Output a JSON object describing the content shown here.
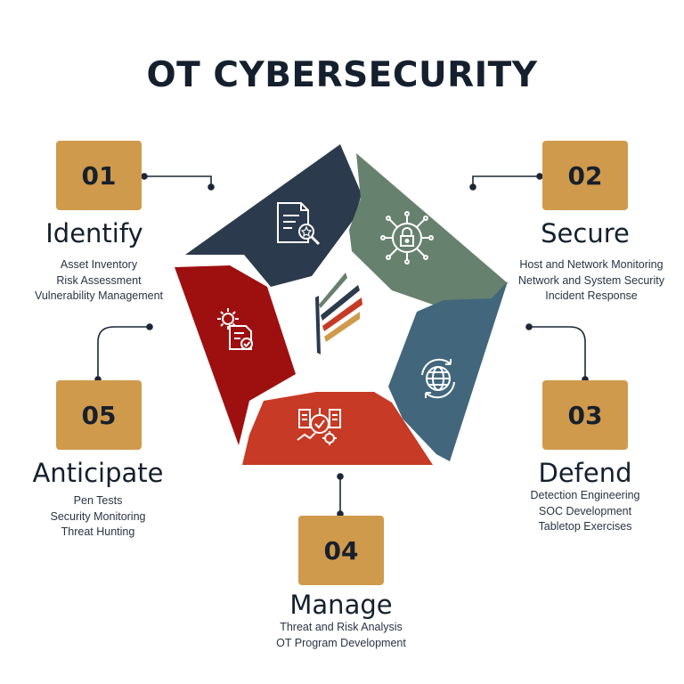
{
  "title": "OT CYBERSECURITY",
  "colors": {
    "box": "#d09a4c",
    "identify": "#2b3a4c",
    "secure": "#66816d",
    "defend": "#42677c",
    "manage": "#c73a25",
    "anticipate": "#9e1010",
    "connector": "#1c2636"
  },
  "steps": [
    {
      "number": "01",
      "name": "Identify",
      "items": [
        "Asset Inventory",
        "Risk Assessment",
        "Vulnerability Management"
      ],
      "icon": "document-search-icon"
    },
    {
      "number": "02",
      "name": "Secure",
      "items": [
        "Host and Network Monitoring",
        "Network and System Security",
        "Incident Response"
      ],
      "icon": "circuit-lock-icon"
    },
    {
      "number": "03",
      "name": "Defend",
      "items": [
        "Detection Engineering",
        "SOC Development",
        "Tabletop Exercises"
      ],
      "icon": "globe-cycle-icon"
    },
    {
      "number": "04",
      "name": "Manage",
      "items": [
        "Threat and Risk Analysis",
        "OT Program Development"
      ],
      "icon": "analysis-dashboard-icon"
    },
    {
      "number": "05",
      "name": "Anticipate",
      "items": [
        "Pen Tests",
        "Security Monitoring",
        "Threat Hunting"
      ],
      "icon": "gear-document-icon"
    }
  ],
  "center_logo": "feather-logo-icon"
}
